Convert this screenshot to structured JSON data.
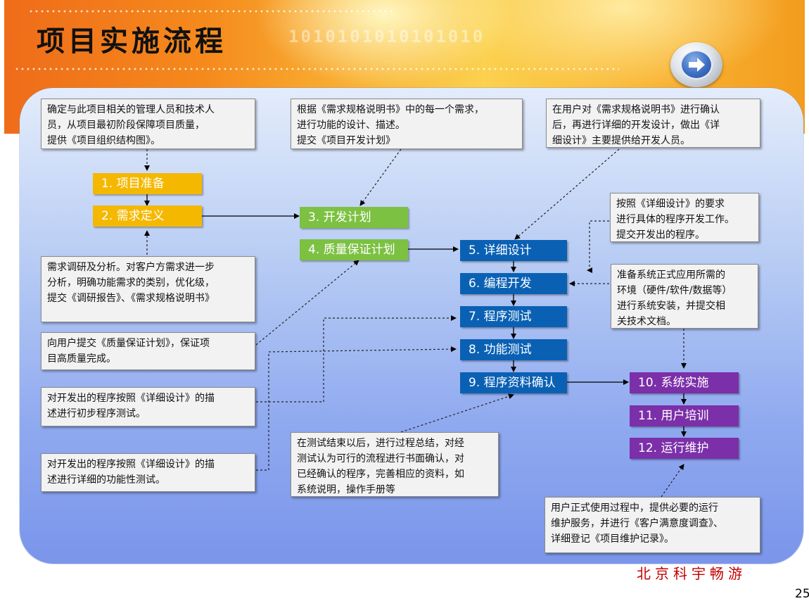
{
  "slide": {
    "title": "项目实施流程",
    "binary_decoration": "1010101010101010",
    "footer": "北京科宇畅游",
    "page_number": "25",
    "nav_icon": "arrow-right-icon"
  },
  "steps": [
    {
      "label": "1. 项目准备",
      "color": "#f5b800"
    },
    {
      "label": "2. 需求定义",
      "color": "#f5b800"
    },
    {
      "label": "3. 开发计划",
      "color": "#7cc142"
    },
    {
      "label": "4. 质量保证计划",
      "color": "#7cc142"
    },
    {
      "label": "5. 详细设计",
      "color": "#0a61b4"
    },
    {
      "label": "6. 编程开发",
      "color": "#0a61b4"
    },
    {
      "label": "7. 程序测试",
      "color": "#0a61b4"
    },
    {
      "label": "8. 功能测试",
      "color": "#0a61b4"
    },
    {
      "label": "9. 程序资料确认",
      "color": "#0a61b4"
    },
    {
      "label": "10. 系统实施",
      "color": "#7b2fa8"
    },
    {
      "label": "11. 用户培训",
      "color": "#7b2fa8"
    },
    {
      "label": "12. 运行维护",
      "color": "#7b2fa8"
    }
  ],
  "notes": {
    "prep": "确定与此项目相关的管理人员和技术人\n员，从项目最初阶段保障项目质量，\n提供《项目组织结构图》。",
    "plan": "根据《需求规格说明书》中的每一个需求，\n进行功能的设计、描述。\n提交《项目开发计划》",
    "design": "在用户对《需求规格说明书》进行确认\n后，再进行详细的开发设计，做出《详\n细设计》主要提供给开发人员。",
    "requirements": "需求调研及分析。对客户方需求进一步\n分析，明确功能需求的类别，优化级，\n提交《调研报告》、《需求规格说明书》",
    "coding": "按照《详细设计》的要求\n进行具体的程序开发工作。\n提交开发出的程序。",
    "implementation": "准备系统正式应用所需的\n环境（硬件/软件/数据等）\n进行系统安装，并提交相\n关技术文档。",
    "quality": "向用户提交《质量保证计划》，保证项\n目高质量完成。",
    "program_test": "对开发出的程序按照《详细设计》的描\n述进行初步程序测试。",
    "function_test": "对开发出的程序按照《详细设计》的描\n述进行详细的功能性测试。",
    "confirm": "在测试结束以后，进行过程总结，对经\n测试认为可行的流程进行书面确认，对\n已经确认的程序，完善相应的资料，如\n系统说明，操作手册等",
    "maintenance": "用户正式使用过程中，提供必要的运行\n维护服务，并进行《客户满意度调查》、\n详细登记《项目维护记录》。"
  }
}
